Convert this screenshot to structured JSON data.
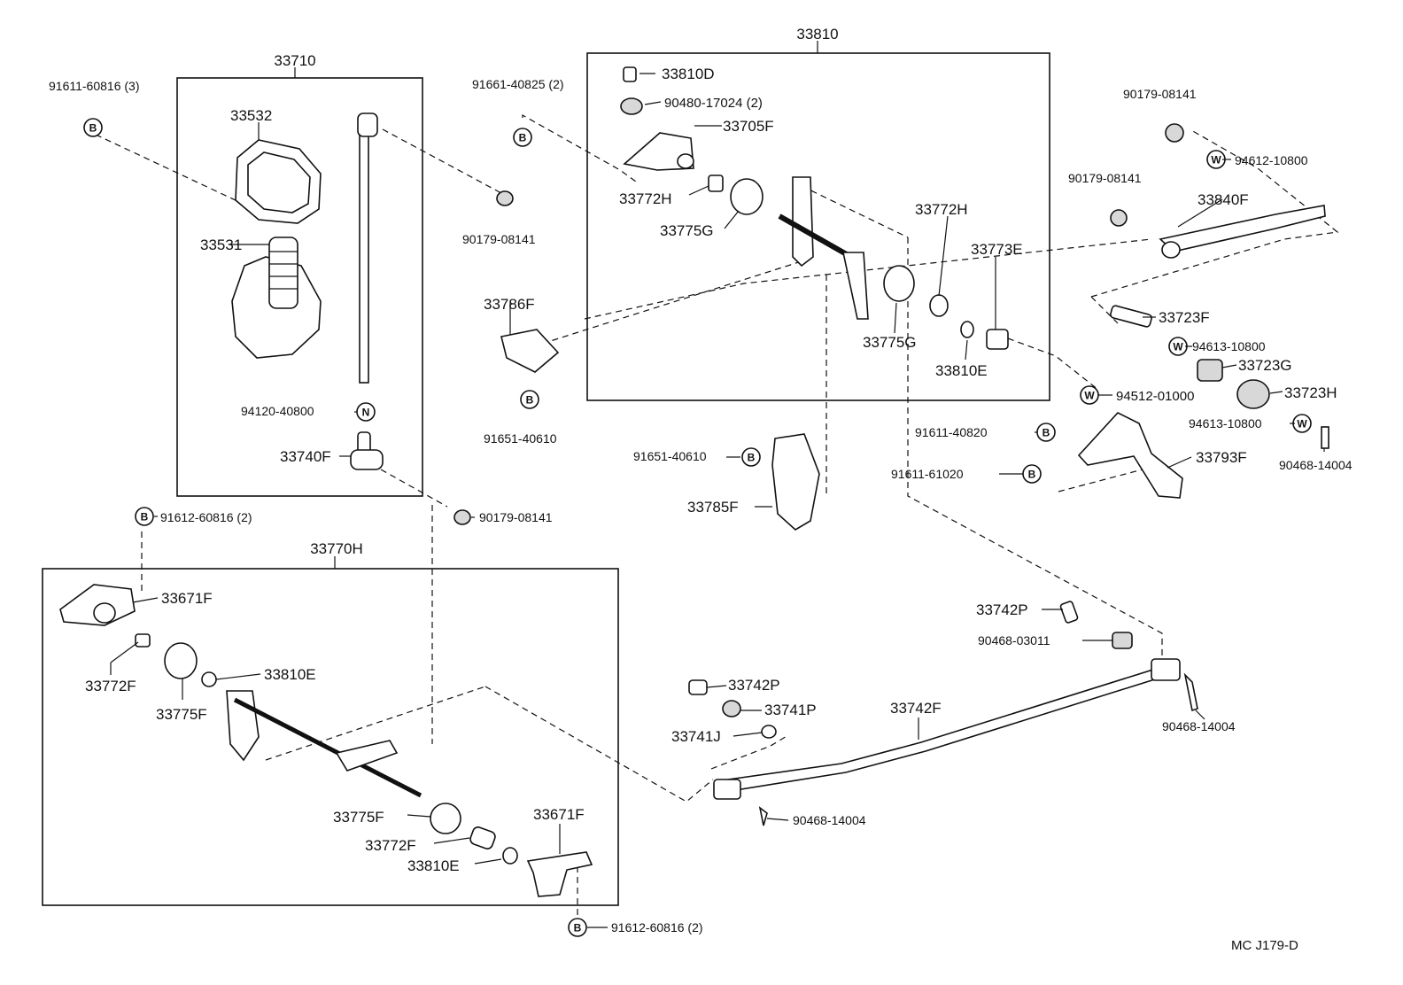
{
  "groups": {
    "g33710": "33710",
    "g33810": "33810",
    "g33770H": "33770H"
  },
  "parts": {
    "p33532": "33532",
    "p33531": "33531",
    "p94120_40800": "94120-40800",
    "p33740F": "33740F",
    "p91611_60816_3": "91611-60816 (3)",
    "p90179_08141_a": "90179-08141",
    "p91661_40825_2": "91661-40825 (2)",
    "p33786F": "33786F",
    "p91651_40610_a": "91651-40610",
    "p90179_08141_b": "90179-08141",
    "p33810D": "33810D",
    "p90480_17024_2": "90480-17024 (2)",
    "p33705F": "33705F",
    "p33772H_a": "33772H",
    "p33775G_a": "33775G",
    "p33772H_b": "33772H",
    "p33773E": "33773E",
    "p33775G_b": "33775G",
    "p33810E_a": "33810E",
    "p91651_40610_b": "91651-40610",
    "p33785F": "33785F",
    "p90179_08141_c": "90179-08141",
    "p94612_10800": "94612-10800",
    "p90179_08141_d": "90179-08141",
    "p33840F": "33840F",
    "p33723F": "33723F",
    "p94613_10800_a": "94613-10800",
    "p33723G": "33723G",
    "p94512_01000": "94512-01000",
    "p33723H": "33723H",
    "p94613_10800_b": "94613-10800",
    "p91611_40820": "91611-40820",
    "p90468_14004_a": "90468-14004",
    "p91611_61020": "91611-61020",
    "p33793F": "33793F",
    "p91612_60816_2_a": "91612-60816 (2)",
    "p33671F_a": "33671F",
    "p33772F_a": "33772F",
    "p33775F_a": "33775F",
    "p33810E_b": "33810E",
    "p33775F_b": "33775F",
    "p33772F_b": "33772F",
    "p33810E_c": "33810E",
    "p33671F_b": "33671F",
    "p91612_60816_2_b": "91612-60816 (2)",
    "p33742P_a": "33742P",
    "p90468_03011": "90468-03011",
    "p33742P_b": "33742P",
    "p33741P": "33741P",
    "p33741J": "33741J",
    "p33742F": "33742F",
    "p90468_14004_b": "90468-14004",
    "p90468_14004_c": "90468-14004"
  },
  "symbols": {
    "bolt": "B",
    "nut": "N",
    "washer": "W"
  },
  "footer": {
    "code": "MC J179-D"
  }
}
